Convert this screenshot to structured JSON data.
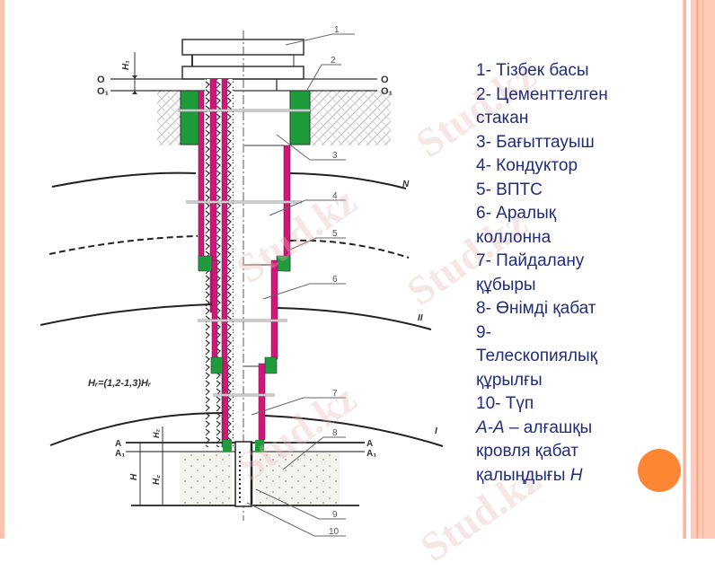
{
  "slide": {
    "accent_color": "#fd8634",
    "stripe_color": "#fdc3af"
  },
  "diagram": {
    "callouts": [
      "1",
      "2",
      "3",
      "4",
      "5",
      "6",
      "7",
      "8",
      "9",
      "10"
    ],
    "level_labels": {
      "o": "O",
      "o1": "O₁",
      "a": "A",
      "a1": "A₁",
      "n": "N",
      "ii": "II",
      "i": "I"
    },
    "dimension_labels": {
      "h1": "H₁",
      "h2": "H₂",
      "h": "H",
      "hc": "H꜀"
    },
    "formula": "Hᵣ=(1,2-1,3)Hᵣ",
    "colors": {
      "casing": "#d4147a",
      "cement": "#1e9c3c",
      "soil_hatch": "#b9b9b9",
      "rock": "#f2f2ec"
    }
  },
  "legend": {
    "items": [
      "1- Тізбек басы",
      "2- Цементтелген",
      "стакан",
      "3- Бағыттауыш",
      "4- Кондуктор",
      "5- ВПТС",
      "6- Аралық",
      "коллонна",
      "7- Пайдалану",
      "құбыры",
      "8- Өнімді қабат",
      "9-",
      "Телескопиялық",
      "құрылғы",
      "10- Түп"
    ],
    "note_italic": "А-А",
    "note_rest": " – алғашқы",
    "note_line2": "кровля қабат",
    "note_line3": "қалыңдығы ",
    "note_h": "Н"
  },
  "watermark": {
    "text": "Stud.kz"
  }
}
